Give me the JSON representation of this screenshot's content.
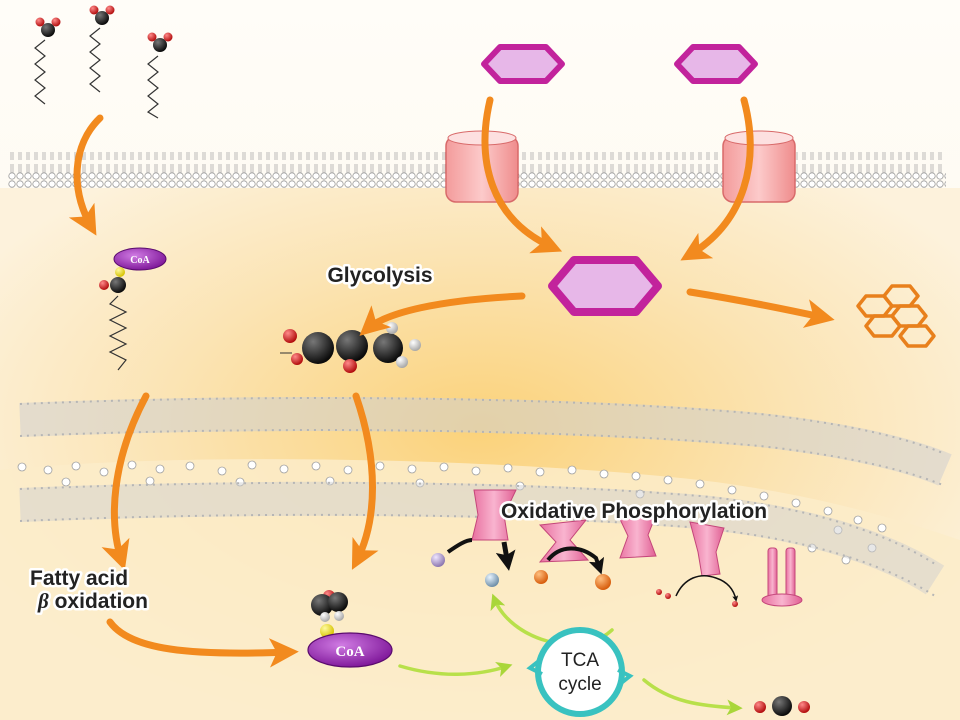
{
  "labels": {
    "glycolysis": "Glycolysis",
    "oxphos": "Oxidative Phosphorylation",
    "fatty_acid_line1": "Fatty acid",
    "fatty_acid_line2_greek": "β",
    "fatty_acid_line2_rest": " oxidation",
    "tca_line1": "TCA",
    "tca_line2": "cycle",
    "coa_small": "CoA",
    "coa_large": "CoA"
  },
  "colors": {
    "arrow_orange": "#f28a1e",
    "arrow_green": "#b8e04a",
    "hexagon_fill": "#e7b7e8",
    "hexagon_stroke": "#c2239c",
    "glycogen_orange": "#e8801c",
    "transporter_pink": "#f6a7a7",
    "protein_pink": "#ef87b3",
    "coa_purple": "#9b1fb8",
    "tca_teal": "#39c2c0",
    "oxygen_red": "#d62020",
    "carbon_black": "#1a1a1a",
    "sulfur_yellow": "#f2e21a"
  }
}
